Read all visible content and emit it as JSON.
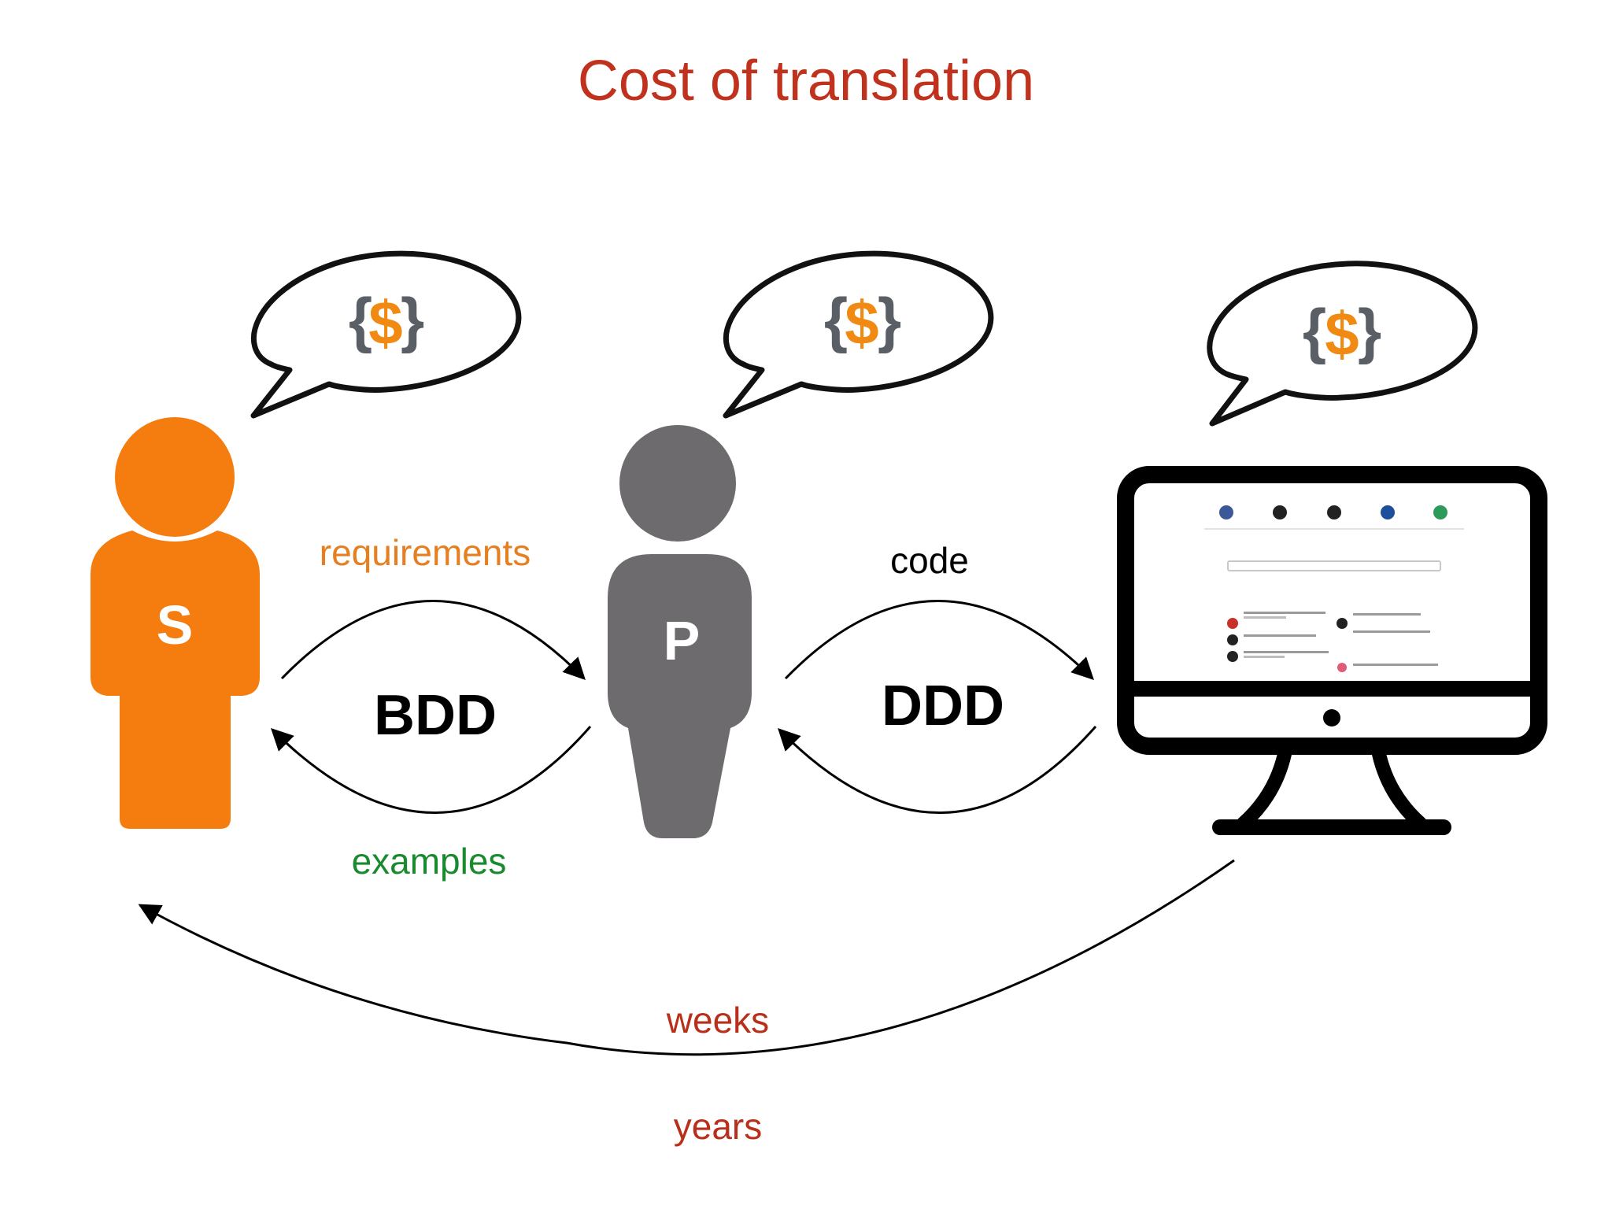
{
  "title": "Cost of translation",
  "actors": {
    "stakeholder": {
      "letter": "S"
    },
    "programmer": {
      "letter": "P"
    }
  },
  "bubble_symbol": {
    "open": "{",
    "dollar": "$",
    "close": "}"
  },
  "labels": {
    "requirements": "requirements",
    "examples": "examples",
    "code": "code",
    "bdd": "BDD",
    "ddd": "DDD",
    "weeks": "weeks",
    "years": "years"
  },
  "colors": {
    "title": "#c0321d",
    "stakeholder": "#f57c0f",
    "programmer": "#6d6b6d",
    "requirements": "#e57f21",
    "examples": "#1a8a2e",
    "timeline": "#b8301a",
    "dollar": "#f08a12",
    "brace": "#5a5f66"
  }
}
